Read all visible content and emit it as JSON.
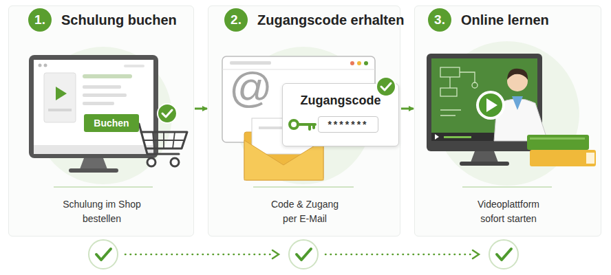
{
  "diagram": {
    "nodes": [
      {
        "text": [
          "Schulung im Shop bestellen"
        ]
      },
      {
        "text": [
          "1.",
          "Schulung buchen"
        ],
        "in": 0
      },
      {
        "text": [
          "Buchen"
        ],
        "in": 0
      },
      {
        "text": [
          "Code & Zugang per E-Mail"
        ]
      },
      {
        "text": [
          "2.",
          "Zugangscode erhalten"
        ],
        "in": 3
      },
      {
        "text": [
          "Zugangscode"
        ],
        "in": 3
      },
      {
        "text": [
          "Videoplattform sofort starten"
        ]
      },
      {
        "text": [
          "3.",
          "Online lernen"
        ],
        "in": 6
      }
    ],
    "edges": [
      {
        "from": 0,
        "to": 3,
        "arrow": "to"
      },
      {
        "from": 3,
        "to": 6,
        "arrow": "to"
      }
    ],
    "labels": [
      "@",
      "*******"
    ]
  }
}
